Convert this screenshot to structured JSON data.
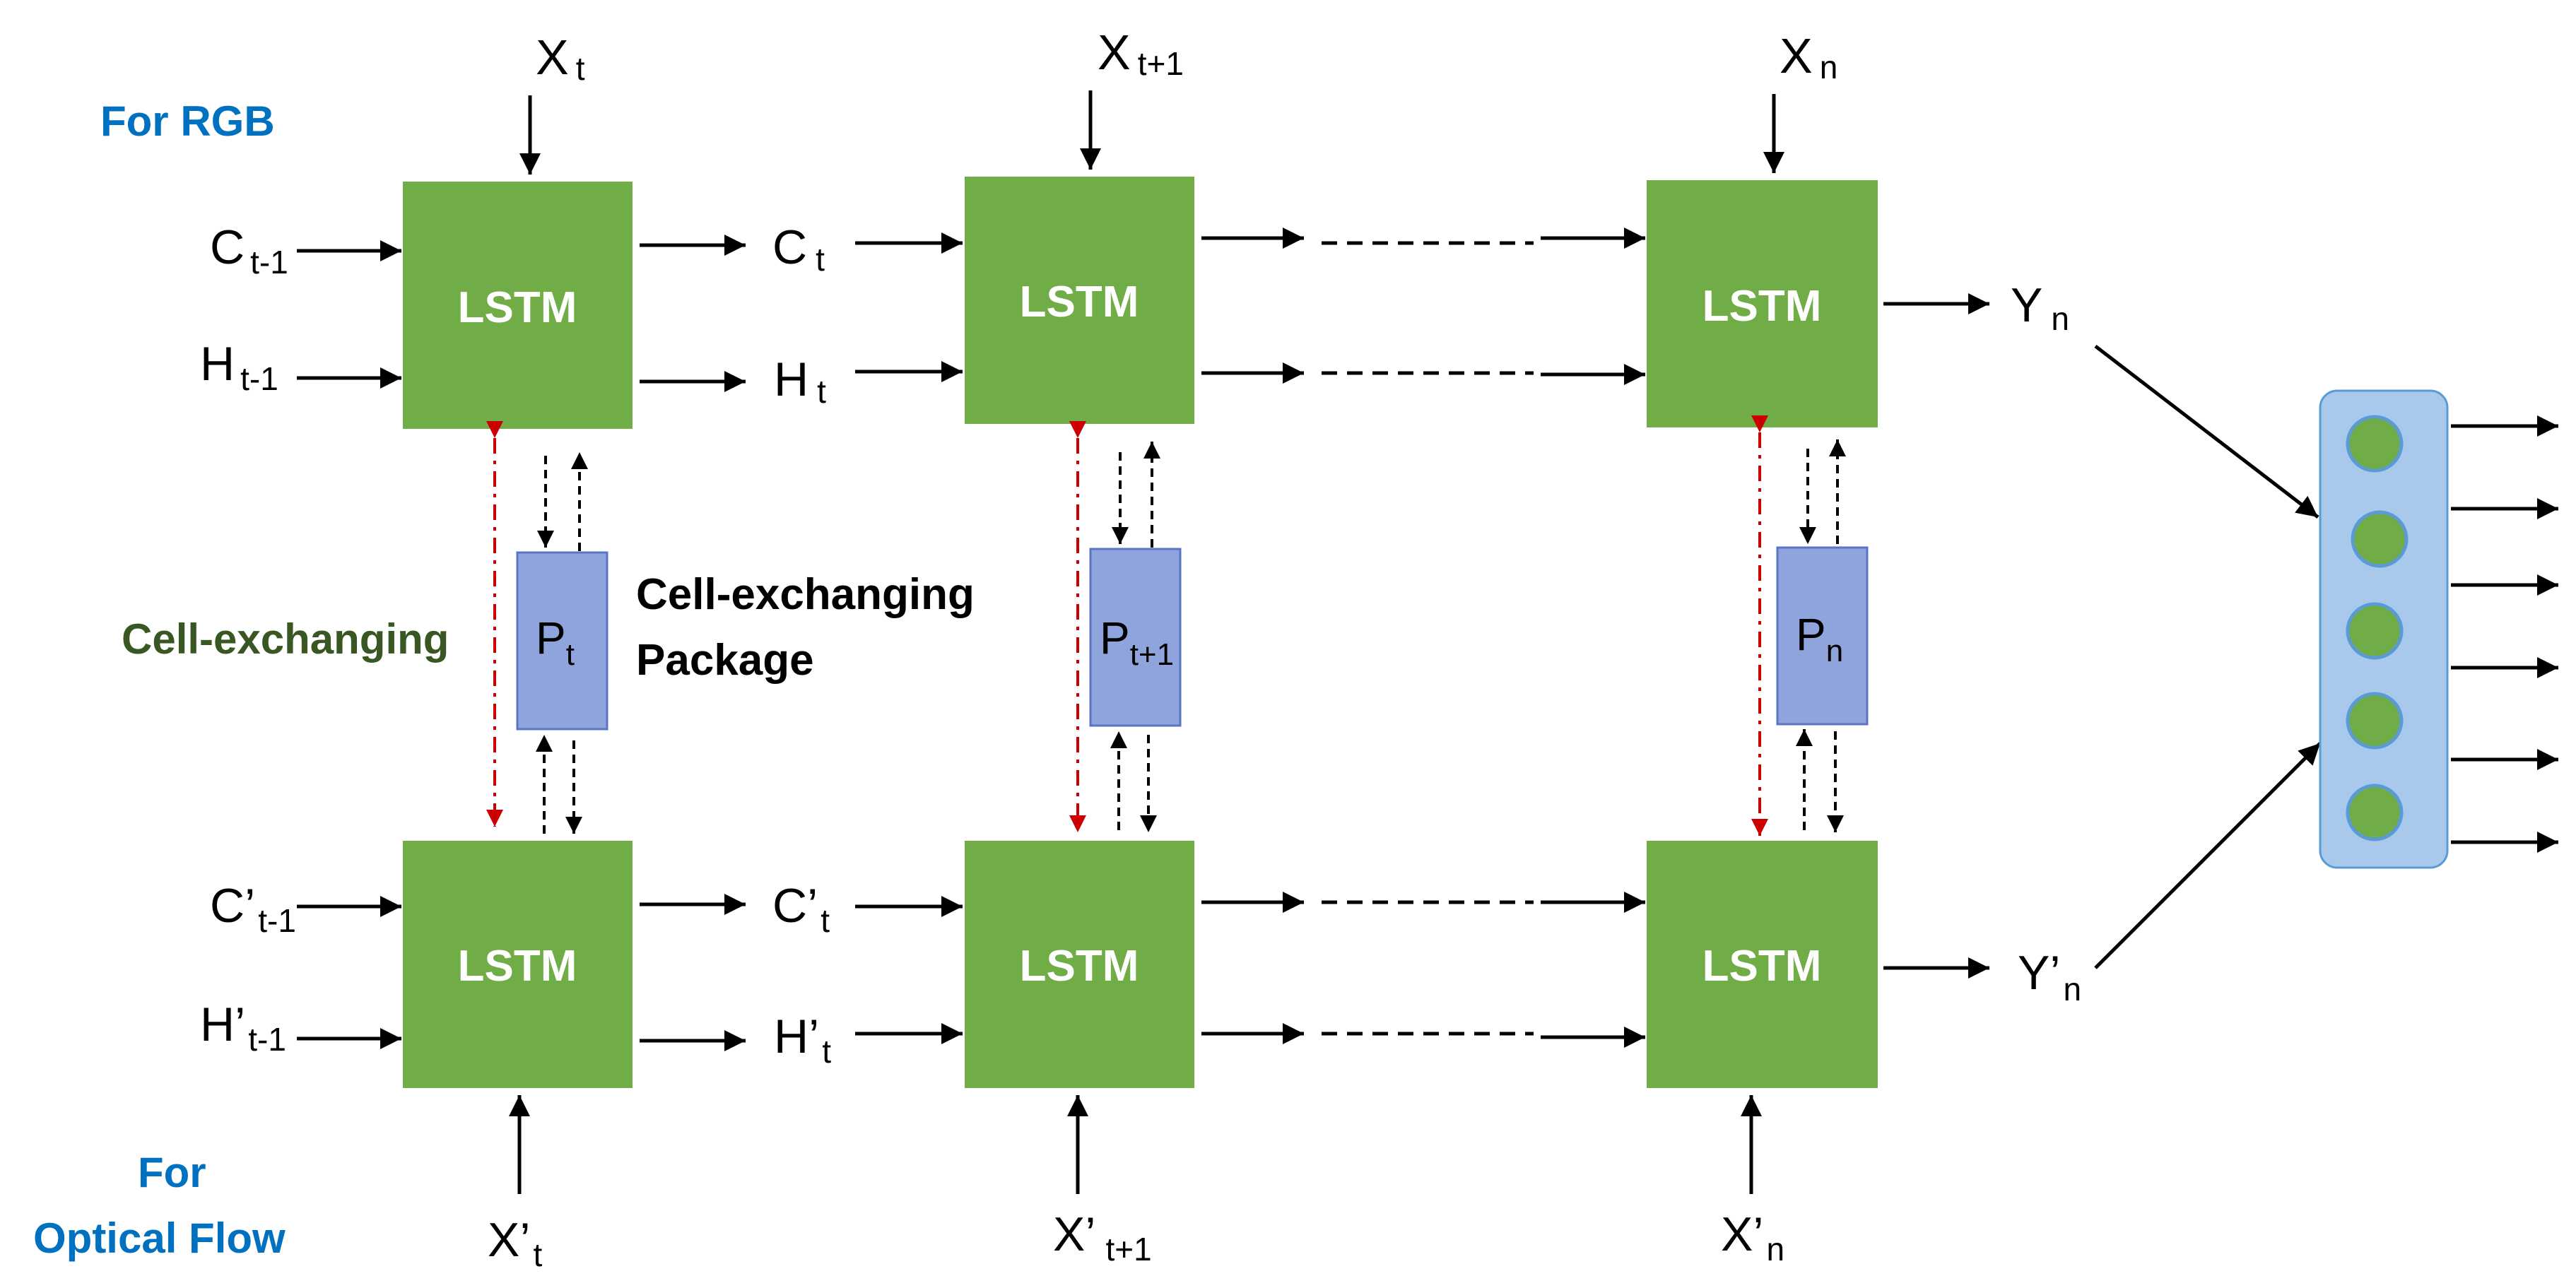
{
  "colors": {
    "lstm_fill": "#70AD47",
    "lstm_text": "#FFFFFF",
    "package_fill": "#8FA3DD",
    "package_stroke": "#5B75C6",
    "exchange_arrow": "#CC0000",
    "rgb_label": "#0070C0",
    "exchange_label": "#385723",
    "output_panel_fill": "#A9C9EC",
    "output_panel_stroke": "#5B9BD5",
    "node_fill": "#70AD47",
    "node_stroke": "#5B9BD5"
  },
  "labels": {
    "rgb": "For RGB",
    "flow_line1": "For",
    "flow_line2": "Optical Flow",
    "cell_exchanging": "Cell-exchanging",
    "package_line1": "Cell-exchanging",
    "package_line2": "Package"
  },
  "lstm_text": "LSTM",
  "top": {
    "x1": {
      "main": "X",
      "sub": "t"
    },
    "x2": {
      "main": "X",
      "sub": "t+1"
    },
    "x3": {
      "main": "X",
      "sub": "n"
    },
    "c_in": {
      "main": "C",
      "sub": "t-1"
    },
    "h_in": {
      "main": "H",
      "sub": "t-1"
    },
    "c_mid": {
      "main": "C",
      "sub": "t"
    },
    "h_mid": {
      "main": "H",
      "sub": "t"
    },
    "y": {
      "main": "Y",
      "sub": "n"
    }
  },
  "bottom": {
    "x1": {
      "main": "X’",
      "sub": "t"
    },
    "x2": {
      "main": "X’",
      "sub": "t+1"
    },
    "x3": {
      "main": "X’",
      "sub": "n"
    },
    "c_in": {
      "main": "C’",
      "sub": "t-1"
    },
    "h_in": {
      "main": "H’",
      "sub": "t-1"
    },
    "c_mid": {
      "main": "C’",
      "sub": "t"
    },
    "h_mid": {
      "main": "H’",
      "sub": "t"
    },
    "y": {
      "main": "Y’",
      "sub": "n"
    }
  },
  "packages": [
    {
      "main": "P",
      "sub": "t"
    },
    {
      "main": "P",
      "sub": "t+1"
    },
    {
      "main": "P",
      "sub": "n"
    }
  ],
  "output_nodes": 5,
  "output_arrows": 6
}
